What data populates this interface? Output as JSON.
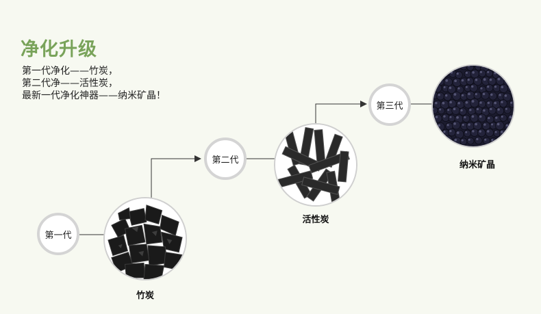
{
  "heading": "净化升级",
  "description": [
    "第一代净化——竹炭，",
    "第二代净——活性炭，",
    "最新一代净化神器——纳米矿晶！"
  ],
  "generations": [
    {
      "label": "第一代",
      "caption": "竹炭"
    },
    {
      "label": "第二代",
      "caption": "活性炭"
    },
    {
      "label": "第三代",
      "caption": "纳米矿晶"
    }
  ],
  "colors": {
    "heading": "#79a35a",
    "background": "#f7f9f1",
    "circle_border": "#d4d4d4"
  },
  "icons": [
    "bamboo-charcoal-photo",
    "activated-carbon-photo",
    "nano-mineral-crystal-photo",
    "arrow-head-icon"
  ]
}
